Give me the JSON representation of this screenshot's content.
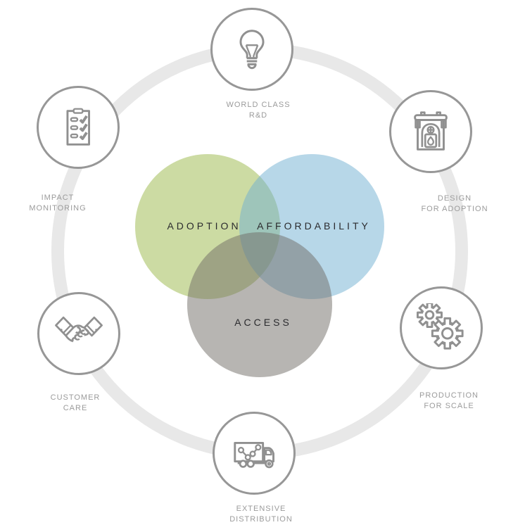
{
  "diagram_title": "Three-circle strategy venn surrounded by six capability nodes",
  "venn": {
    "adoption": {
      "label": "ADOPTION",
      "fill": "rgba(153,183,71,0.5)",
      "base_hex": "#99b747"
    },
    "affordability": {
      "label": "AFFORDABILITY",
      "fill": "rgba(111,175,209,0.5)",
      "base_hex": "#6fafd1"
    },
    "access": {
      "label": "ACCESS",
      "fill": "rgba(111,107,101,0.5)",
      "base_hex": "#6f6b65"
    }
  },
  "nodes": [
    {
      "id": "world-class-rd",
      "icon": "lightbulb-icon",
      "line1": "WORLD CLASS",
      "line2": "R&D"
    },
    {
      "id": "design-for-adoption",
      "icon": "cookstove-icon",
      "line1": "DESIGN",
      "line2": "FOR ADOPTION"
    },
    {
      "id": "production-for-scale",
      "icon": "gears-icon",
      "line1": "PRODUCTION",
      "line2": "FOR SCALE"
    },
    {
      "id": "extensive-distribution",
      "icon": "truck-icon",
      "line1": "EXTENSIVE",
      "line2": "DISTRIBUTION"
    },
    {
      "id": "customer-care",
      "icon": "handshake-icon",
      "line1": "CUSTOMER",
      "line2": "CARE"
    },
    {
      "id": "impact-monitoring",
      "icon": "checklist-icon",
      "line1": "IMPACT",
      "line2": "MONITORING"
    }
  ],
  "colors": {
    "ring": "#e8e8e8",
    "node_border": "#979797",
    "icon_stroke": "#909090",
    "node_label": "#9b9b9b",
    "venn_label": "#2b2b2e",
    "background": "#ffffff"
  }
}
